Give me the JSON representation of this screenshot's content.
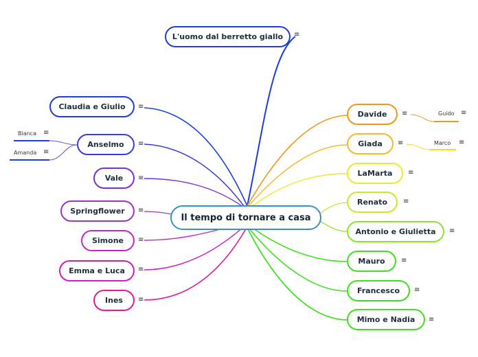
{
  "central": {
    "label": "Il tempo di tornare a casa"
  },
  "nodes": {
    "uomo": "L'uomo dal berretto giallo",
    "claudia": "Claudia e Giulio",
    "anselmo": "Anselmo",
    "vale": "Vale",
    "springflower": "Springflower",
    "simone": "Simone",
    "emma": "Emma e Luca",
    "ines": "Ines",
    "davide": "Davide",
    "giada": "Giada",
    "lamarta": "LaMarta",
    "renato": "Renato",
    "antonio": "Antonio e Giulietta",
    "mauro": "Mauro",
    "francesco": "Francesco",
    "mimo": "Mimo e Nadia"
  },
  "leaves": {
    "bianca": "Bianca",
    "amanda": "Amanda",
    "guido": "Guido",
    "marco": "Marco"
  },
  "icons": {
    "menu": "≡",
    "menu_name": "menu-lines-icon"
  },
  "colors": {
    "blue": "#1a3fd8",
    "purple": "#7a2ed6",
    "magenta": "#d21bc4",
    "orange": "#f0961a",
    "yellow": "#eaea2a",
    "green": "#3de01e",
    "central_border": "#3a8ec2"
  }
}
